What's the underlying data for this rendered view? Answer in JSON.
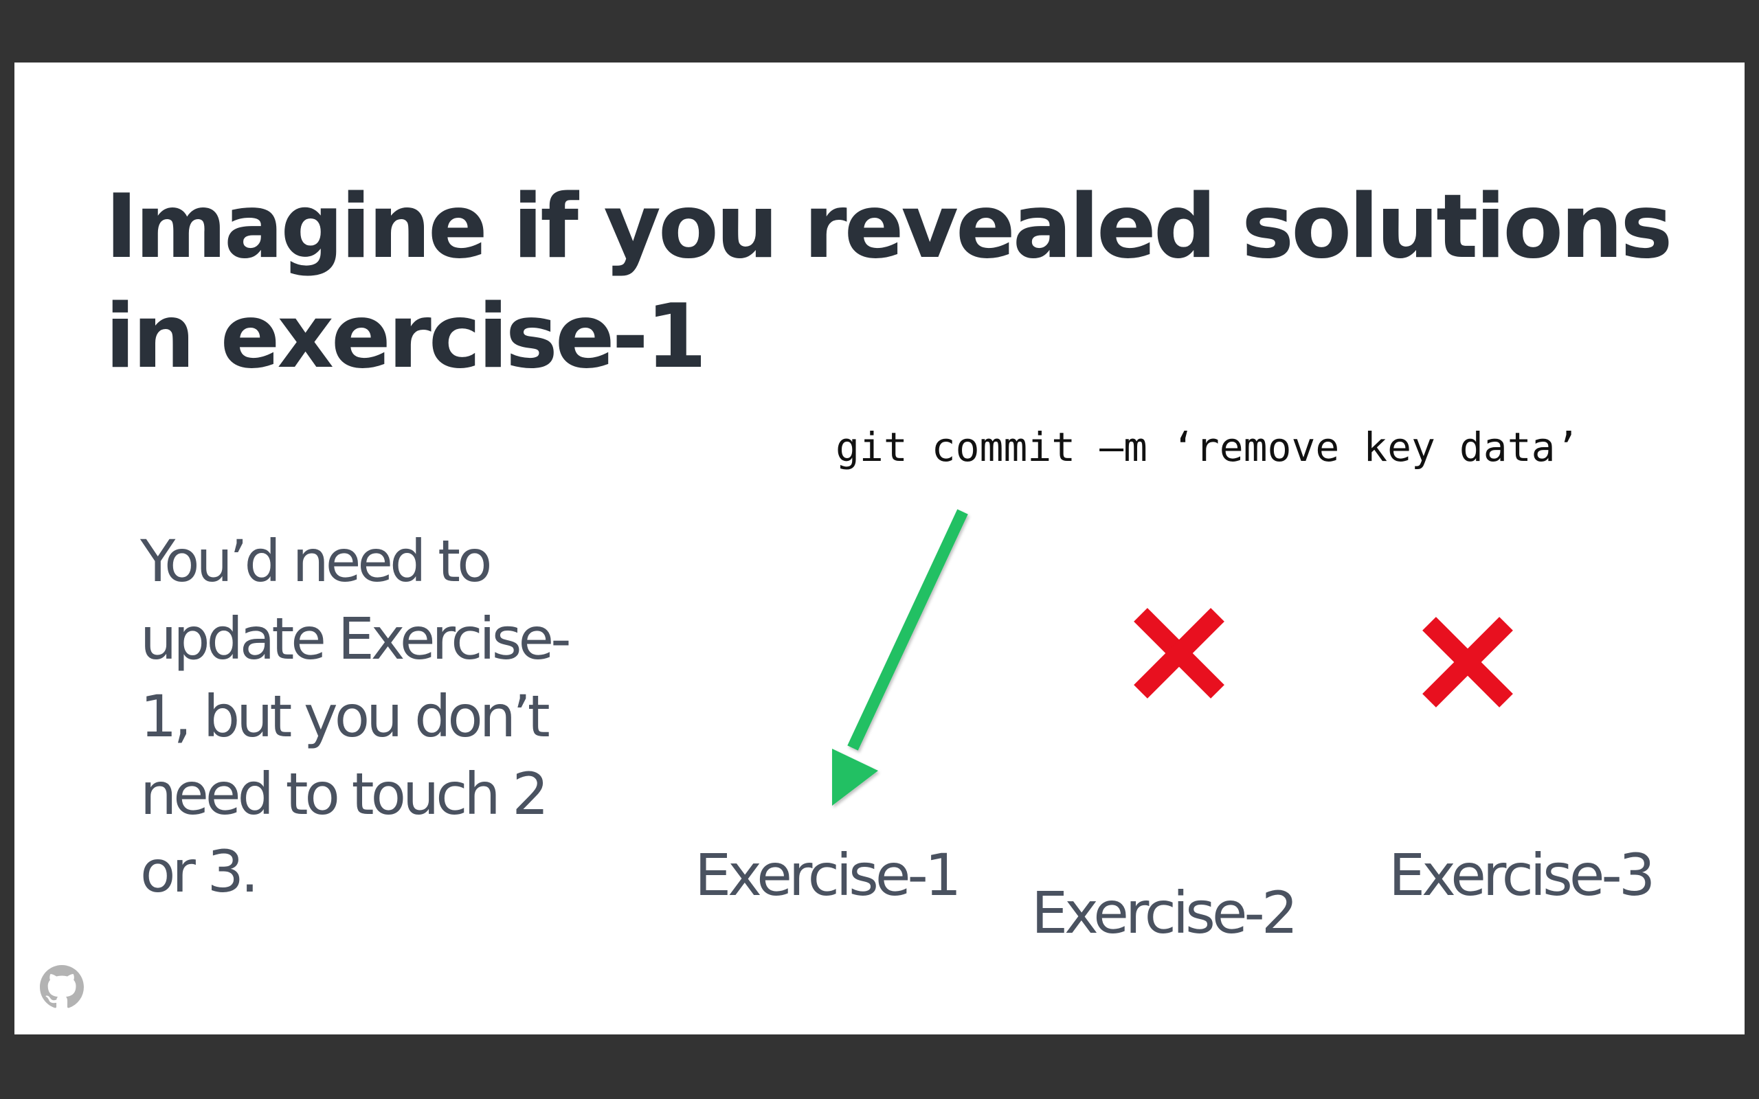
{
  "slide": {
    "title": "Imagine if you revealed solutions in exercise-1",
    "body_text": "You’d need to update Exercise-1, but you don’t need to touch 2 or 3.",
    "command": "git commit –m ‘remove key data’",
    "exercises": [
      {
        "label": "Exercise-1",
        "status": "updated",
        "marker": "green-arrow-icon"
      },
      {
        "label": "Exercise-2",
        "status": "untouched",
        "marker": "red-x-icon"
      },
      {
        "label": "Exercise-3",
        "status": "untouched",
        "marker": "red-x-icon"
      }
    ],
    "footer_icon": "github-octocat-icon"
  },
  "colors": {
    "background": "#333333",
    "slide": "#ffffff",
    "title": "#2a313a",
    "text": "#4a5260",
    "arrow": "#22c063",
    "x_mark": "#e8101f"
  }
}
